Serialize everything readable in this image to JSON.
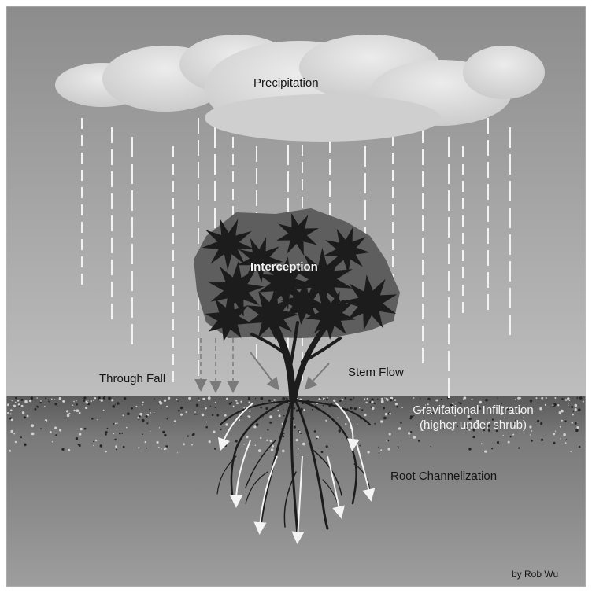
{
  "labels": {
    "precipitation": "Precipitation",
    "interception": "Interception",
    "through_fall": "Through Fall",
    "stem_flow": "Stem Flow",
    "infiltration_line1": "Gravitational Infiltration",
    "infiltration_line2": "(higher under shrub)",
    "root_channelization": "Root Channelization",
    "credit": "by Rob Wu"
  },
  "colors": {
    "sky_top": "#8c8c8c",
    "sky_bottom": "#d6d6d6",
    "cloud": "#dedede",
    "soil_surface": "#5a5a5a",
    "soil_deep": "#9e9e9e",
    "tree": "#1c1c1c",
    "canopy_shadow": "#5e5e5e",
    "rain": "#f2f2f2",
    "water_arrow": "#f4f4f4"
  }
}
